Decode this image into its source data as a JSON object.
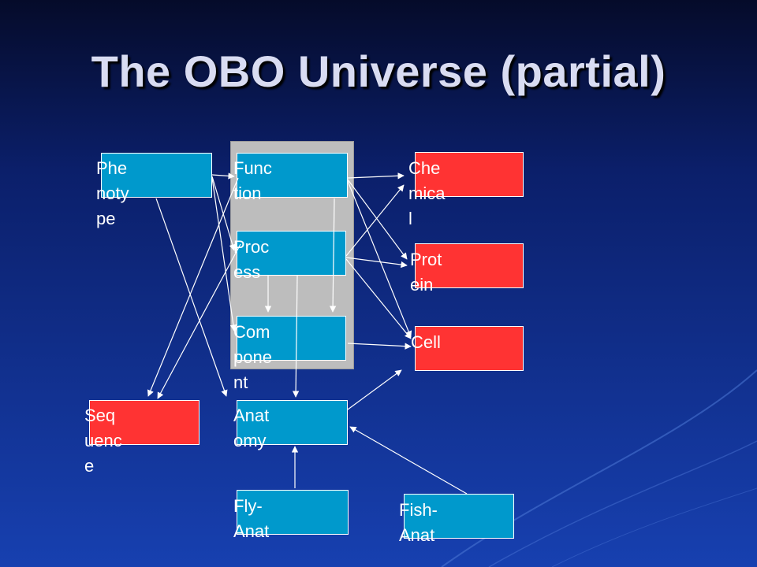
{
  "title": "The OBO Universe (partial)",
  "nodes": {
    "phenotype": "Phe\nnoty\npe",
    "function": "Func\ntion",
    "process": "Proc\ness",
    "component": "Com\npone\nnt",
    "chemical": "Che\nmica\nl",
    "protein": "Prot\nein",
    "cell": "Cell",
    "sequence": "Seq\nuenc\ne",
    "anatomy": "Anat\nomy",
    "fly_anat": "Fly-\nAnat",
    "fish_anat": "Fish-\nAnat"
  },
  "colors": {
    "ontology_box": "#0099cc",
    "external_box": "#ff3333",
    "group_panel": "#bdbdbd"
  }
}
